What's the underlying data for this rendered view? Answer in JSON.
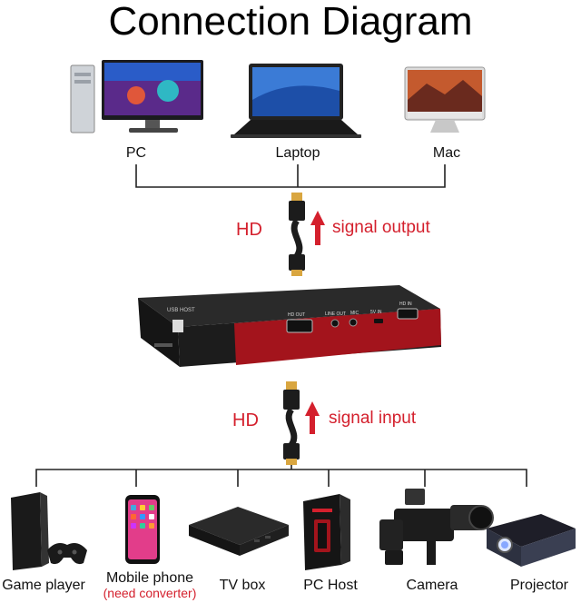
{
  "title": "Connection Diagram",
  "sources": [
    {
      "label": "PC",
      "icon": "desktop-pc-icon"
    },
    {
      "label": "Laptop",
      "icon": "laptop-icon"
    },
    {
      "label": "Mac",
      "icon": "imac-icon"
    }
  ],
  "output_link": {
    "cable_label": "HD",
    "signal": "signal output"
  },
  "input_link": {
    "cable_label": "HD",
    "signal": "signal input"
  },
  "device": {
    "usb_label": "USB HOST",
    "port_labels": [
      "HD OUT",
      "LINE OUT",
      "MIC",
      "5V IN",
      "HD IN"
    ]
  },
  "targets": [
    {
      "label": "Game player",
      "icon": "game-console-icon"
    },
    {
      "label": "Mobile phone",
      "note": "(need converter)",
      "icon": "mobile-phone-icon"
    },
    {
      "label": "TV box",
      "icon": "tv-box-icon"
    },
    {
      "label": "PC Host",
      "icon": "pc-tower-icon"
    },
    {
      "label": "Camera",
      "icon": "camcorder-icon"
    },
    {
      "label": "Projector",
      "icon": "projector-icon"
    }
  ],
  "colors": {
    "accent": "#d4202d",
    "device_body": "#1c1c1c",
    "device_band": "#a3141c",
    "line": "#222222"
  }
}
